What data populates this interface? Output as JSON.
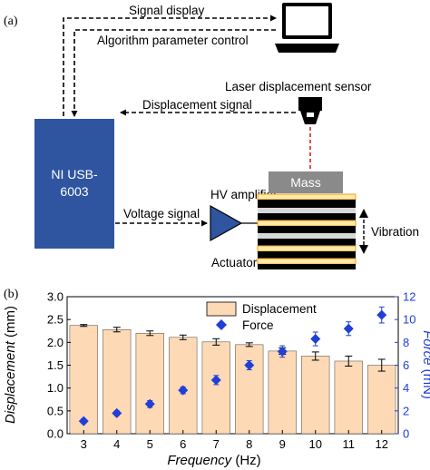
{
  "panel_a": {
    "label": "(a)",
    "signal_display": "Signal display",
    "algorithm_control": "Algorithm parameter control",
    "laser_sensor": "Laser displacement sensor",
    "displacement_signal": "Displacement signal",
    "ni_line1": "NI USB-",
    "ni_line2": "6003",
    "mass": "Mass",
    "hv_amplifier": "HV amplifier",
    "voltage_signal": "Voltage signal",
    "vibration": "Vibration",
    "actuator": "Actuator",
    "colors": {
      "ni_box": "#2f55a1",
      "amplifier": "#2f55a1",
      "mass": "#8a8a8a",
      "laser_beam": "#e02020",
      "actuator_frame": "#f0a020"
    }
  },
  "panel_b": {
    "label": "(b)"
  },
  "chart_data": {
    "type": "bar",
    "title": "",
    "xlabel_italic": "Frequency",
    "xlabel_unit": "(Hz)",
    "ylabel_italic": "Displacement",
    "ylabel_unit": "(mm)",
    "y2label_italic": "Force",
    "y2label_unit": "(mN)",
    "categories": [
      "3",
      "4",
      "5",
      "6",
      "7",
      "8",
      "9",
      "10",
      "11",
      "12"
    ],
    "ylim": [
      0,
      3.0
    ],
    "yticks": [
      "0.0",
      "0.5",
      "1.0",
      "1.5",
      "2.0",
      "2.5",
      "3.0"
    ],
    "y2lim": [
      0,
      12
    ],
    "y2ticks": [
      "0",
      "2",
      "4",
      "6",
      "8",
      "10",
      "12"
    ],
    "grid": false,
    "legend_position": "top-center",
    "series": [
      {
        "name": "Displacement",
        "axis": "left",
        "kind": "bar",
        "color": "#fdd9b5",
        "values": [
          2.37,
          2.28,
          2.2,
          2.11,
          2.01,
          1.95,
          1.81,
          1.7,
          1.59,
          1.5
        ],
        "errors": [
          0.02,
          0.05,
          0.05,
          0.05,
          0.07,
          0.04,
          0.07,
          0.09,
          0.11,
          0.13
        ]
      },
      {
        "name": "Force",
        "axis": "right",
        "kind": "scatter",
        "color": "#1f3fd6",
        "values": [
          1.1,
          1.8,
          2.6,
          3.8,
          4.7,
          6.0,
          7.2,
          8.3,
          9.2,
          10.4
        ],
        "errors": [
          0.2,
          0.2,
          0.3,
          0.3,
          0.4,
          0.4,
          0.5,
          0.6,
          0.6,
          0.7
        ]
      }
    ]
  }
}
